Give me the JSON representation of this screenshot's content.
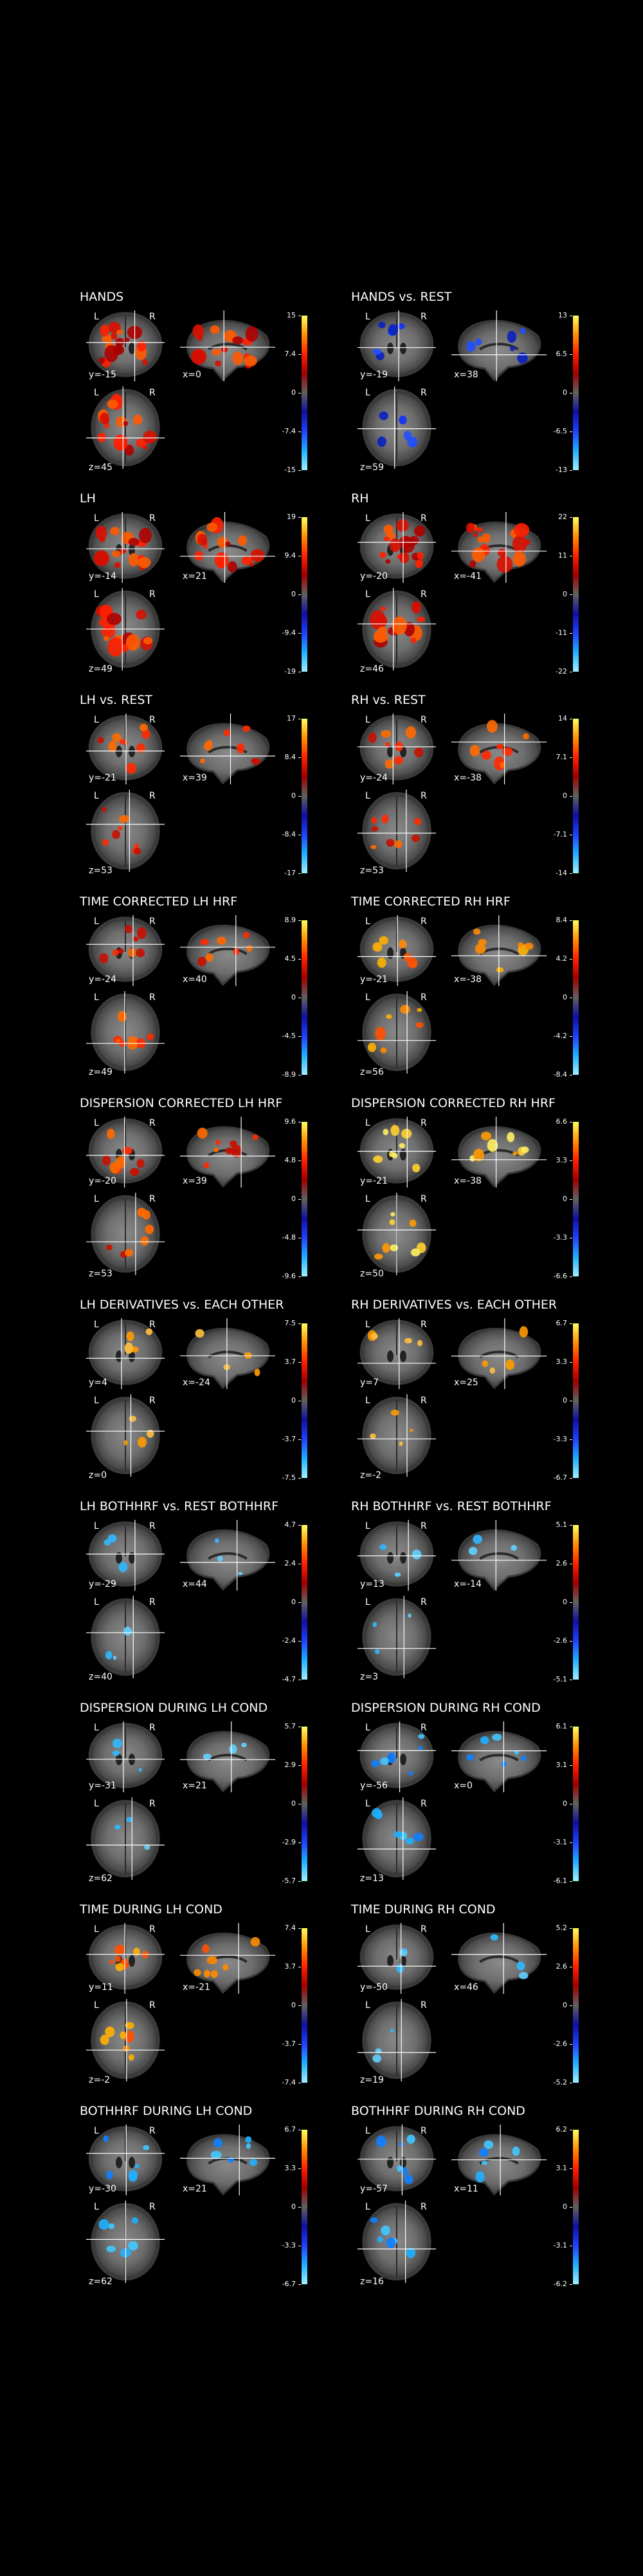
{
  "colormaps": {
    "hot_neg": [
      "#a0f0ff",
      "#20b0ff",
      "#2040ff",
      "#1010a0",
      "#606060",
      "#a00000",
      "#ff2000",
      "#ff9000",
      "#ffff60"
    ],
    "hot_pos": [
      "#606060",
      "#a00000",
      "#ff2000",
      "#ff9000",
      "#ffff60"
    ]
  },
  "orientation_labels": {
    "left": "L",
    "right": "R"
  },
  "panels": [
    {
      "title": "HANDS",
      "coords": {
        "y": "y=-15",
        "x": "x=0",
        "z": "z=45"
      },
      "ticks": [
        "15",
        "7.4",
        "0",
        "-7.4",
        "-15"
      ],
      "blobs": "red-dense",
      "cmap": "hot_neg"
    },
    {
      "title": "HANDS vs. REST",
      "coords": {
        "y": "y=-19",
        "x": "x=38",
        "z": "z=59"
      },
      "ticks": [
        "13",
        "6.5",
        "0",
        "-6.5",
        "-13"
      ],
      "blobs": "blue",
      "cmap": "hot_neg"
    },
    {
      "title": "LH",
      "coords": {
        "y": "y=-14",
        "x": "x=21",
        "z": "z=49"
      },
      "ticks": [
        "19",
        "9.4",
        "0",
        "-9.4",
        "-19"
      ],
      "blobs": "red-dense",
      "cmap": "hot_neg"
    },
    {
      "title": "RH",
      "coords": {
        "y": "y=-20",
        "x": "x=-41",
        "z": "z=46"
      },
      "ticks": [
        "22",
        "11",
        "0",
        "-11",
        "-22"
      ],
      "blobs": "red-dense",
      "cmap": "hot_neg"
    },
    {
      "title": "LH vs. REST",
      "coords": {
        "y": "y=-21",
        "x": "x=39",
        "z": "z=53"
      },
      "ticks": [
        "17",
        "8.4",
        "0",
        "-8.4",
        "-17"
      ],
      "blobs": "red",
      "cmap": "hot_neg"
    },
    {
      "title": "RH vs. REST",
      "coords": {
        "y": "y=-24",
        "x": "x=-38",
        "z": "z=53"
      },
      "ticks": [
        "14",
        "7.1",
        "0",
        "-7.1",
        "-14"
      ],
      "blobs": "red",
      "cmap": "hot_neg"
    },
    {
      "title": "TIME CORRECTED LH HRF",
      "coords": {
        "y": "y=-24",
        "x": "x=40",
        "z": "z=49"
      },
      "ticks": [
        "8.9",
        "4.5",
        "0",
        "-4.5",
        "-8.9"
      ],
      "blobs": "red",
      "cmap": "hot_neg"
    },
    {
      "title": "TIME CORRECTED RH HRF",
      "coords": {
        "y": "y=-21",
        "x": "x=-38",
        "z": "z=56"
      },
      "ticks": [
        "8.4",
        "4.2",
        "0",
        "-4.2",
        "-8.4"
      ],
      "blobs": "orange",
      "cmap": "hot_neg"
    },
    {
      "title": "DISPERSION CORRECTED LH HRF",
      "coords": {
        "y": "y=-20",
        "x": "x=39",
        "z": "z=53"
      },
      "ticks": [
        "9.6",
        "4.8",
        "0",
        "-4.8",
        "-9.6"
      ],
      "blobs": "red",
      "cmap": "hot_neg"
    },
    {
      "title": "DISPERSION CORRECTED RH HRF",
      "coords": {
        "y": "y=-21",
        "x": "x=-38",
        "z": "z=50"
      },
      "ticks": [
        "6.6",
        "3.3",
        "0",
        "-3.3",
        "-6.6"
      ],
      "blobs": "yellow",
      "cmap": "hot_neg"
    },
    {
      "title": "LH DERIVATIVES vs. EACH OTHER",
      "coords": {
        "y": "y=4",
        "x": "x=-24",
        "z": "z=0"
      },
      "ticks": [
        "7.5",
        "3.7",
        "0",
        "-3.7",
        "-7.5"
      ],
      "blobs": "sparse-orange",
      "cmap": "hot_neg"
    },
    {
      "title": "RH DERIVATIVES vs. EACH OTHER",
      "coords": {
        "y": "y=7",
        "x": "x=25",
        "z": "z=-2"
      },
      "ticks": [
        "6.7",
        "3.3",
        "0",
        "-3.3",
        "-6.7"
      ],
      "blobs": "sparse-orange",
      "cmap": "hot_neg"
    },
    {
      "title": "LH BOTHHRF vs. REST BOTHHRF",
      "coords": {
        "y": "y=-29",
        "x": "x=44",
        "z": "z=40"
      },
      "ticks": [
        "4.7",
        "2.4",
        "0",
        "-2.4",
        "-4.7"
      ],
      "blobs": "sparse-cyan",
      "cmap": "hot_neg"
    },
    {
      "title": "RH BOTHHRF vs. REST BOTHHRF",
      "coords": {
        "y": "y=13",
        "x": "x=-14",
        "z": "z=3"
      },
      "ticks": [
        "5.1",
        "2.6",
        "0",
        "-2.6",
        "-5.1"
      ],
      "blobs": "sparse-cyan",
      "cmap": "hot_neg"
    },
    {
      "title": "DISPERSION DURING LH COND",
      "coords": {
        "y": "y=-31",
        "x": "x=21",
        "z": "z=62"
      },
      "ticks": [
        "5.7",
        "2.9",
        "0",
        "-2.9",
        "-5.7"
      ],
      "blobs": "sparse-cyan",
      "cmap": "hot_neg"
    },
    {
      "title": "DISPERSION DURING RH COND",
      "coords": {
        "y": "y=-56",
        "x": "x=0",
        "z": "z=13"
      },
      "ticks": [
        "6.1",
        "3.1",
        "0",
        "-3.1",
        "-6.1"
      ],
      "blobs": "cyan",
      "cmap": "hot_neg"
    },
    {
      "title": "TIME DURING LH COND",
      "coords": {
        "y": "y=11",
        "x": "x=-21",
        "z": "z=-2"
      },
      "ticks": [
        "7.4",
        "3.7",
        "0",
        "-3.7",
        "-7.4"
      ],
      "blobs": "orange",
      "cmap": "hot_neg"
    },
    {
      "title": "TIME DURING RH COND",
      "coords": {
        "y": "y=-50",
        "x": "x=46",
        "z": "z=19"
      },
      "ticks": [
        "5.2",
        "2.6",
        "0",
        "-2.6",
        "-5.2"
      ],
      "blobs": "sparse-cyan",
      "cmap": "hot_neg"
    },
    {
      "title": "BOTHHRF DURING LH COND",
      "coords": {
        "y": "y=-30",
        "x": "x=21",
        "z": "z=62"
      },
      "ticks": [
        "6.7",
        "3.3",
        "0",
        "-3.3",
        "-6.7"
      ],
      "blobs": "cyan",
      "cmap": "hot_neg"
    },
    {
      "title": "BOTHHRF DURING RH COND",
      "coords": {
        "y": "y=-57",
        "x": "x=11",
        "z": "z=16"
      },
      "ticks": [
        "6.2",
        "3.1",
        "0",
        "-3.1",
        "-6.2"
      ],
      "blobs": "cyan",
      "cmap": "hot_neg"
    }
  ]
}
